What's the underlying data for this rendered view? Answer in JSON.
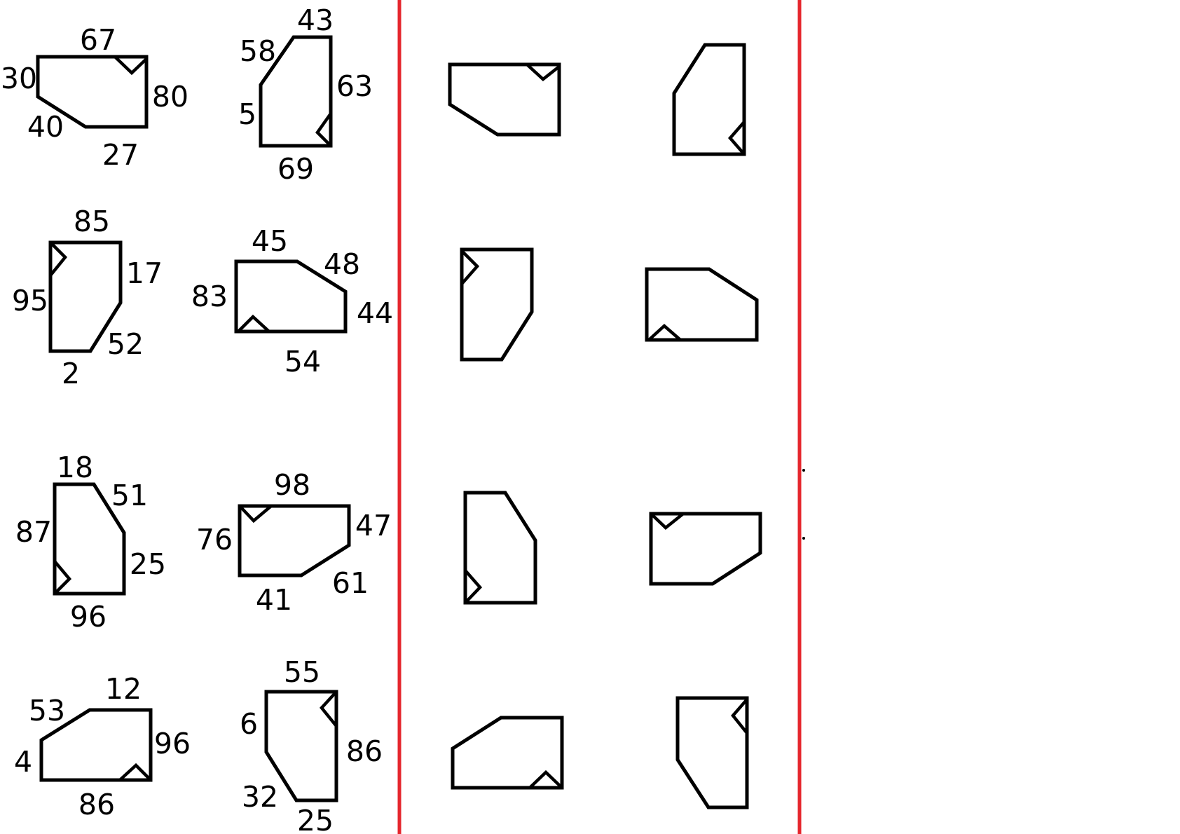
{
  "colors": {
    "divider": "#e5262d",
    "ink": "#000000",
    "background": "#ffffff"
  },
  "labeled_shapes": [
    {
      "id": "top-left",
      "labels": [
        "67",
        "30",
        "80",
        "40",
        "27"
      ]
    },
    {
      "id": "top-right",
      "labels": [
        "43",
        "58",
        "63",
        "5",
        "69"
      ]
    },
    {
      "id": "second-left",
      "labels": [
        "85",
        "17",
        "95",
        "52",
        "2"
      ]
    },
    {
      "id": "second-right",
      "labels": [
        "45",
        "48",
        "83",
        "44",
        "54"
      ]
    },
    {
      "id": "third-left",
      "labels": [
        "18",
        "51",
        "87",
        "25",
        "96"
      ]
    },
    {
      "id": "third-right",
      "labels": [
        "98",
        "76",
        "47",
        "61",
        "41"
      ]
    },
    {
      "id": "bottom-left",
      "labels": [
        "12",
        "53",
        "96",
        "4",
        "86"
      ]
    },
    {
      "id": "bottom-right",
      "labels": [
        "55",
        "6",
        "86",
        "32",
        "25"
      ]
    }
  ],
  "unlabeled_shapes": [
    {
      "id": "answer-1"
    },
    {
      "id": "answer-2"
    },
    {
      "id": "answer-3"
    },
    {
      "id": "answer-4"
    },
    {
      "id": "answer-5"
    },
    {
      "id": "answer-6"
    },
    {
      "id": "answer-7"
    },
    {
      "id": "answer-8"
    }
  ]
}
